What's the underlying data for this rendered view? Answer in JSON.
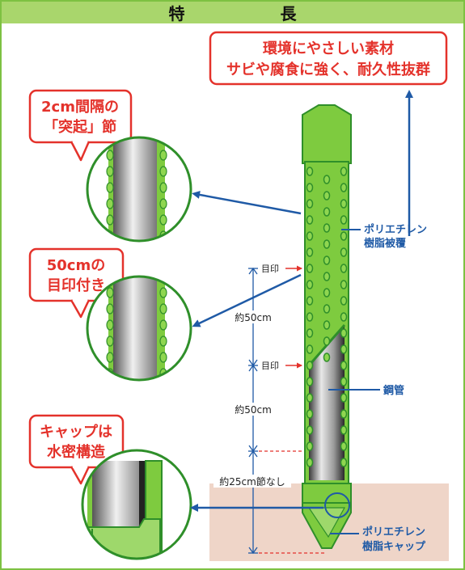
{
  "title": "特　　長",
  "top_box": {
    "line1": "環境にやさしい素材",
    "line2": "サビや腐食に強く、耐久性抜群"
  },
  "callouts": [
    {
      "line1": "2cm間隔の",
      "line2": "「突起」節"
    },
    {
      "line1": "50cmの",
      "line2": "目印付き"
    },
    {
      "line1": "キャップは",
      "line2": "水密構造"
    }
  ],
  "labels": {
    "polyethylene_coating": {
      "line1": "ポリエチレン",
      "line2": "樹脂被覆"
    },
    "steel_pipe": "鋼管",
    "polyethylene_cap": {
      "line1": "ポリエチレン",
      "line2": "樹脂キャップ"
    }
  },
  "marks": {
    "mark1": "目印",
    "mark2": "目印"
  },
  "dimensions": {
    "d1": "約50cm",
    "d2": "約50cm",
    "d3": "約25cm節なし"
  },
  "colors": {
    "frame_green": "#7dc142",
    "title_bar": "#a9d66c",
    "stake_green": "#7ecb3f",
    "stake_dark": "#2f8f2a",
    "callout_red": "#e4322b",
    "label_blue": "#1f5aa6",
    "ground": "#efd5c8"
  }
}
